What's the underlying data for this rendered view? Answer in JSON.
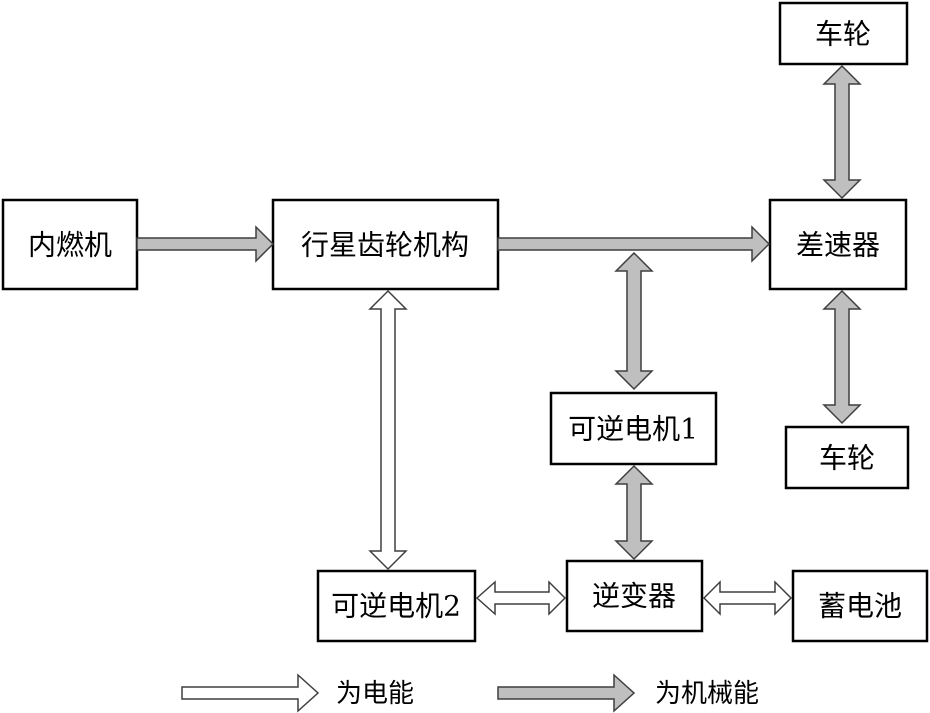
{
  "nodes": {
    "engine": "内燃机",
    "planetary": "行星齿轮机构",
    "differential": "差速器",
    "wheel_top": "车轮",
    "wheel_bottom": "车轮",
    "motor1": "可逆电机1",
    "motor2": "可逆电机2",
    "inverter": "逆变器",
    "battery": "蓄电池"
  },
  "legend": {
    "electric": "为电能",
    "mechanical": "为机械能"
  },
  "colors": {
    "mechanical_fill": "#bfbfbf",
    "electric_fill": "#ffffff",
    "outline": "#3f3f3f"
  }
}
